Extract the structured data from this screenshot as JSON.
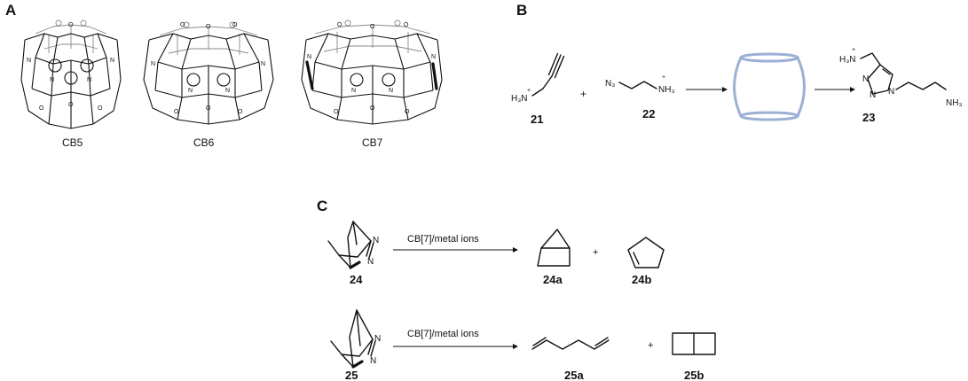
{
  "panels": {
    "A": {
      "letter": "A",
      "labels": [
        "CB5",
        "CB6",
        "CB7"
      ]
    },
    "B": {
      "letter": "B",
      "reagent_21": {
        "number": "21",
        "h3n": "H₃N",
        "plus": "+"
      },
      "plus_sign": "+",
      "reagent_22": {
        "number": "22",
        "n3": "N₃",
        "nh3": "NH₃",
        "plus": "+"
      },
      "product_23": {
        "number": "23",
        "h3n": "H₃N",
        "plus": "+",
        "n": "N",
        "nh3": "NH₃"
      }
    },
    "C": {
      "letter": "C",
      "row1": {
        "reactant": "24",
        "n": "N",
        "conditions": "CB[7]/metal ions",
        "product_a": "24a",
        "plus": "+",
        "product_b": "24b"
      },
      "row2": {
        "reactant": "25",
        "n": "N",
        "conditions": "CB[7]/metal ions",
        "product_a": "25a",
        "plus": "+",
        "product_b": "25b"
      }
    }
  },
  "colors": {
    "cavitand": "#9bb0d4",
    "ink": "#111111",
    "back_bonds": "#8a8a8a"
  }
}
